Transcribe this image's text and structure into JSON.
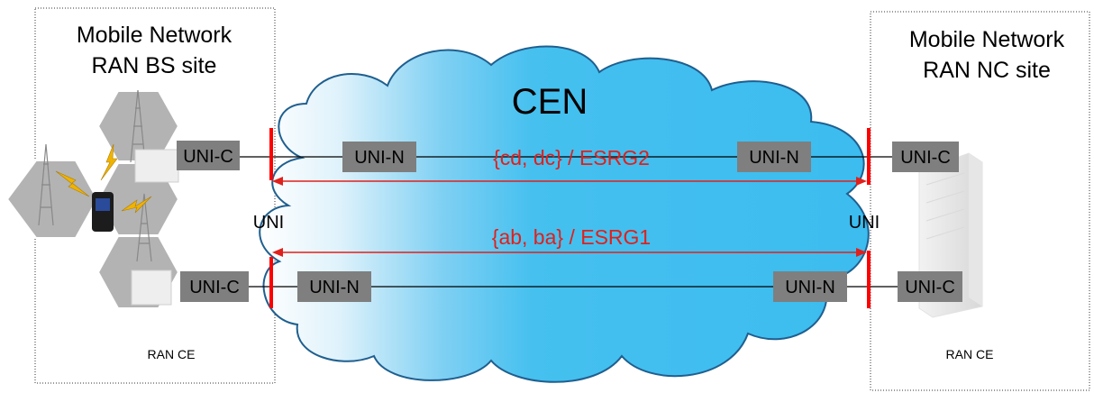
{
  "left_site": {
    "title_line1": "Mobile Network",
    "title_line2": "RAN BS site",
    "ce_label": "RAN CE"
  },
  "right_site": {
    "title_line1": "Mobile Network",
    "title_line2": "RAN NC site",
    "ce_label": "RAN CE"
  },
  "cloud": {
    "label": "CEN"
  },
  "interfaces": {
    "uni_c": "UNI-C",
    "uni_n": "UNI-N",
    "uni": "UNI"
  },
  "services": {
    "esrg2": "{cd, dc} / ESRG2",
    "esrg1": "{ab, ba} / ESRG1"
  },
  "colors": {
    "uni_bar": "#ff0000",
    "service_line": "#e0201c",
    "box_fill": "#7f7f7f",
    "cloud_fill": "#3cbcef",
    "cloud_stroke": "#1f5f8f"
  }
}
